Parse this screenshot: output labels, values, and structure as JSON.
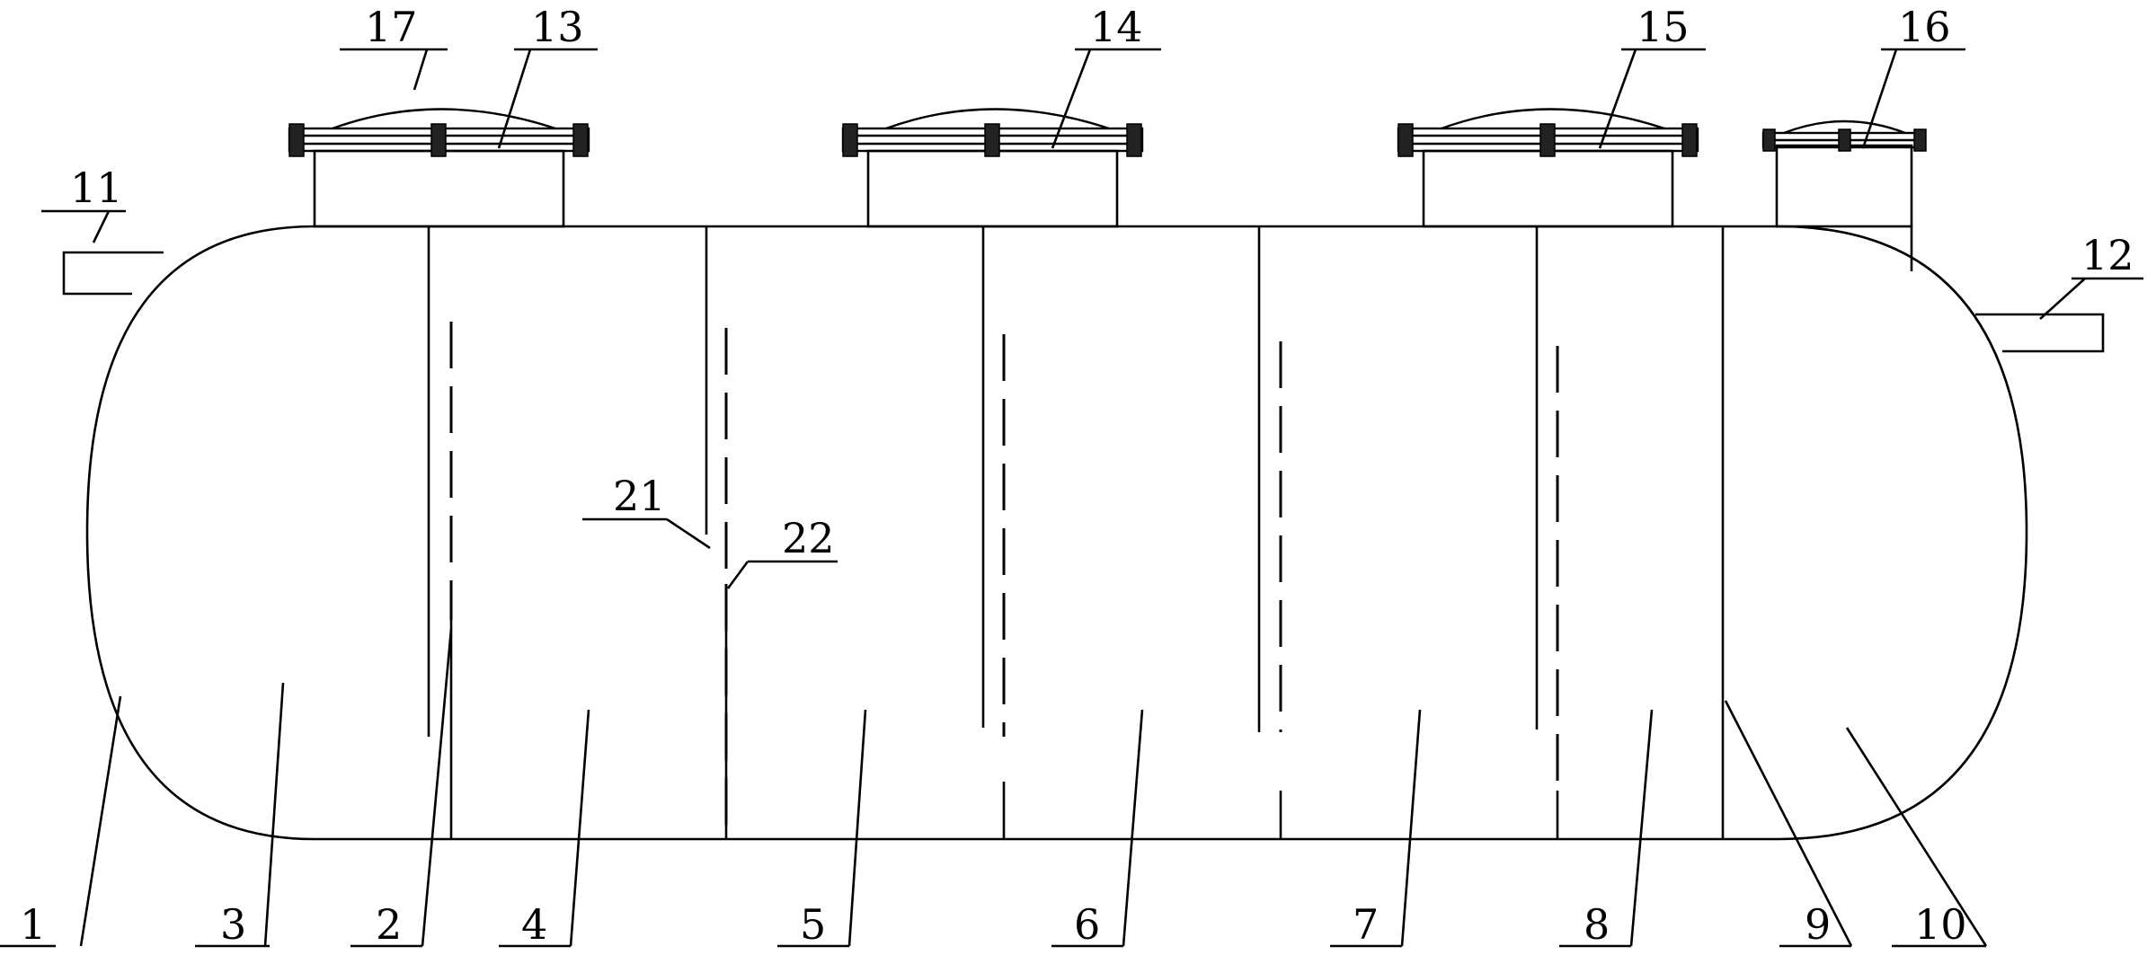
{
  "labels": {
    "l1": "1",
    "l2": "2",
    "l3": "3",
    "l4": "4",
    "l5": "5",
    "l6": "6",
    "l7": "7",
    "l8": "8",
    "l9": "9",
    "l10": "10",
    "l11": "11",
    "l12": "12",
    "l13": "13",
    "l14": "14",
    "l15": "15",
    "l16": "16",
    "l17": "17",
    "l21": "21",
    "l22": "22"
  }
}
